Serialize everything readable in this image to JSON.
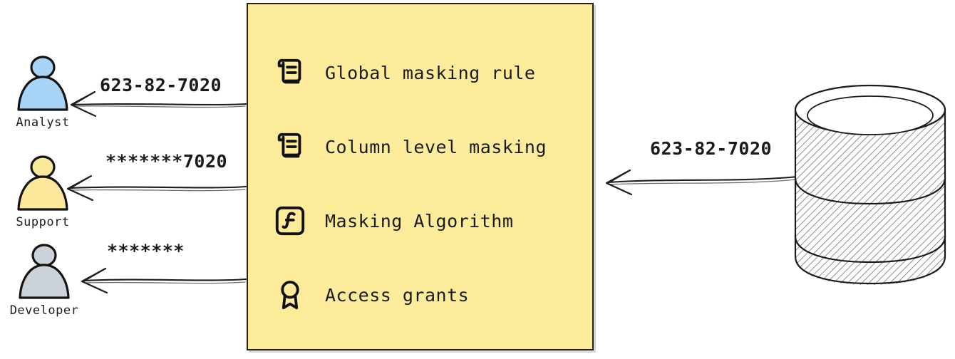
{
  "diagram": {
    "type": "data-masking-flow",
    "background_color": "#ffffff"
  },
  "actors": [
    {
      "id": "analyst",
      "label": "Analyst",
      "icon": "person-icon",
      "color": "#a8d5f7",
      "outline_color": "#1a1a1a",
      "received_value": "623-82-7020",
      "arrow": "arrow-left-icon"
    },
    {
      "id": "support",
      "label": "Support",
      "icon": "person-icon",
      "color": "#fbe89a",
      "outline_color": "#1a1a1a",
      "received_value": "*******7020",
      "arrow": "arrow-left-icon"
    },
    {
      "id": "developer",
      "label": "Developer",
      "icon": "person-icon",
      "color": "#ccd2da",
      "outline_color": "#1a1a1a",
      "received_value": "*******",
      "arrow": "arrow-left-icon"
    }
  ],
  "policy_panel": {
    "background_color": "#fbeb9b",
    "border_color": "#22201c",
    "items": [
      {
        "icon": "scroll-icon",
        "label": "Global masking rule"
      },
      {
        "icon": "scroll-icon",
        "label": "Column level masking"
      },
      {
        "icon": "function-icon",
        "label": "Masking Algorithm"
      },
      {
        "icon": "badge-icon",
        "label": "Access grants"
      }
    ]
  },
  "source": {
    "icon": "database-icon",
    "label": "",
    "emitted_value": "623-82-7020",
    "arrow": "arrow-left-icon"
  }
}
